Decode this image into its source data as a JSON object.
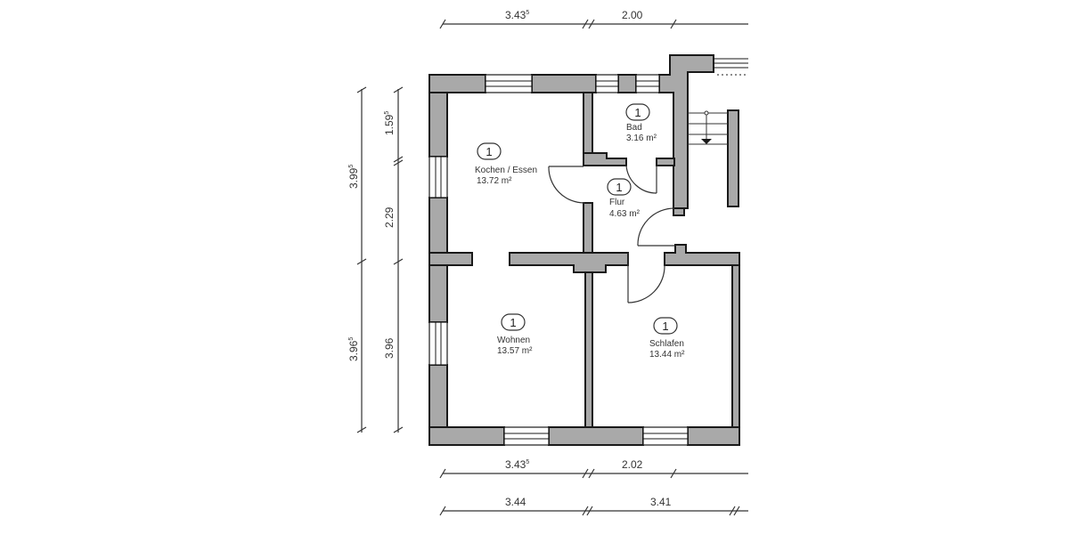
{
  "floor_plan": {
    "rooms": [
      {
        "id": "kochen",
        "badge": "1",
        "name": "Kochen / Essen",
        "area": "13.72 m²"
      },
      {
        "id": "bad",
        "badge": "1",
        "name": "Bad",
        "area": "3.16 m²"
      },
      {
        "id": "flur",
        "badge": "1",
        "name": "Flur",
        "area": "4.63 m²"
      },
      {
        "id": "wohnen",
        "badge": "1",
        "name": "Wohnen",
        "area": "13.57 m²"
      },
      {
        "id": "schlafen",
        "badge": "1",
        "name": "Schlafen",
        "area": "13.44 m²"
      }
    ],
    "dimensions": {
      "top": [
        {
          "main": "3.43",
          "sup": "5"
        },
        {
          "main": "2.00",
          "sup": ""
        }
      ],
      "bottom_inner": [
        {
          "main": "3.43",
          "sup": "5"
        },
        {
          "main": "2.02",
          "sup": ""
        }
      ],
      "bottom_outer": [
        {
          "main": "3.44",
          "sup": ""
        },
        {
          "main": "3.41",
          "sup": ""
        }
      ],
      "left_outer": [
        {
          "main": "3.99",
          "sup": "5"
        },
        {
          "main": "3.96",
          "sup": "5"
        }
      ],
      "left_inner": [
        {
          "main": "1.59",
          "sup": "5"
        },
        {
          "main": "2.29",
          "sup": ""
        },
        {
          "main": "3.96",
          "sup": ""
        }
      ]
    },
    "colors": {
      "wall_fill": "#a9a9a9",
      "line": "#1a1a1a",
      "background": "#ffffff"
    }
  }
}
